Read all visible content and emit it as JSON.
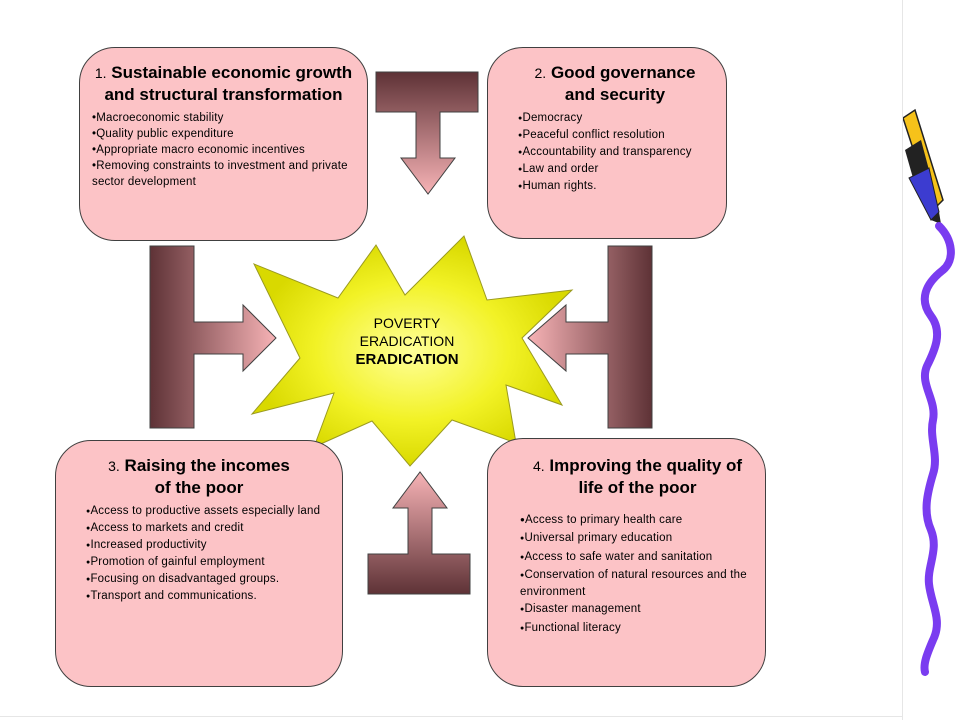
{
  "center": {
    "line1": "POVERTY",
    "line2": "ERADICATION",
    "line3": "ERADICATION"
  },
  "boxes": [
    {
      "number": "1.",
      "title": "Sustainable economic growth and structural transformation",
      "bullet": "•",
      "items": [
        "Macroeconomic stability",
        "Quality public expenditure",
        "Appropriate macro economic incentives",
        "Removing constraints to investment and private sector development"
      ]
    },
    {
      "number": "2.",
      "title": "Good governance and security",
      "bullet": "●",
      "items": [
        "Democracy",
        "Peaceful conflict resolution",
        "Accountability and transparency",
        "Law and order",
        "Human rights."
      ]
    },
    {
      "number": "3.",
      "title": "Raising the incomes of the poor",
      "bullet": "●",
      "items": [
        "Access to productive assets especially land",
        "Access to markets and credit",
        "Increased productivity",
        "Promotion of gainful employment",
        "Focusing on disadvantaged groups.",
        "Transport and communications."
      ]
    },
    {
      "number": "4.",
      "title": "Improving the quality of life of the poor",
      "bullet": "●",
      "items": [
        "Access to primary health care",
        "Universal primary education",
        "Access to safe water and sanitation",
        "Conservation of natural resources and the environment",
        "Disaster management",
        "Functional literacy"
      ]
    }
  ],
  "colors": {
    "box_fill": "#fcc3c6",
    "star_fill": "#f2f226",
    "arrow_dark": "#6e3e42",
    "arrow_pink": "#f4a7ab",
    "squiggle": "#7a3cf0"
  }
}
